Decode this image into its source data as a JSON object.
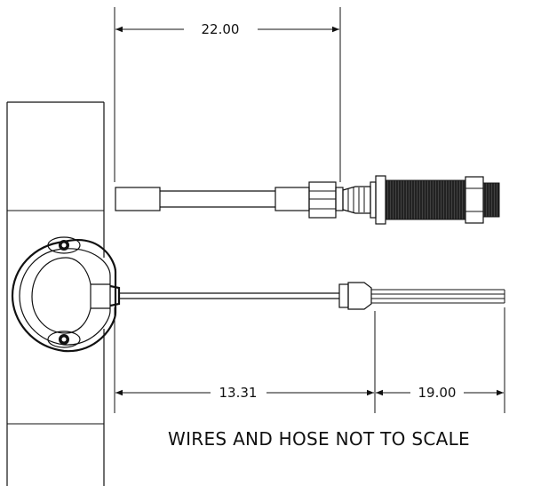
{
  "dimensions": {
    "hose_length": "22.00",
    "sensor_to_connector": "13.31",
    "lead_length": "19.00"
  },
  "note": "WIRES AND HOSE NOT TO SCALE",
  "colors": {
    "ink": "#111111",
    "background": "#ffffff"
  }
}
